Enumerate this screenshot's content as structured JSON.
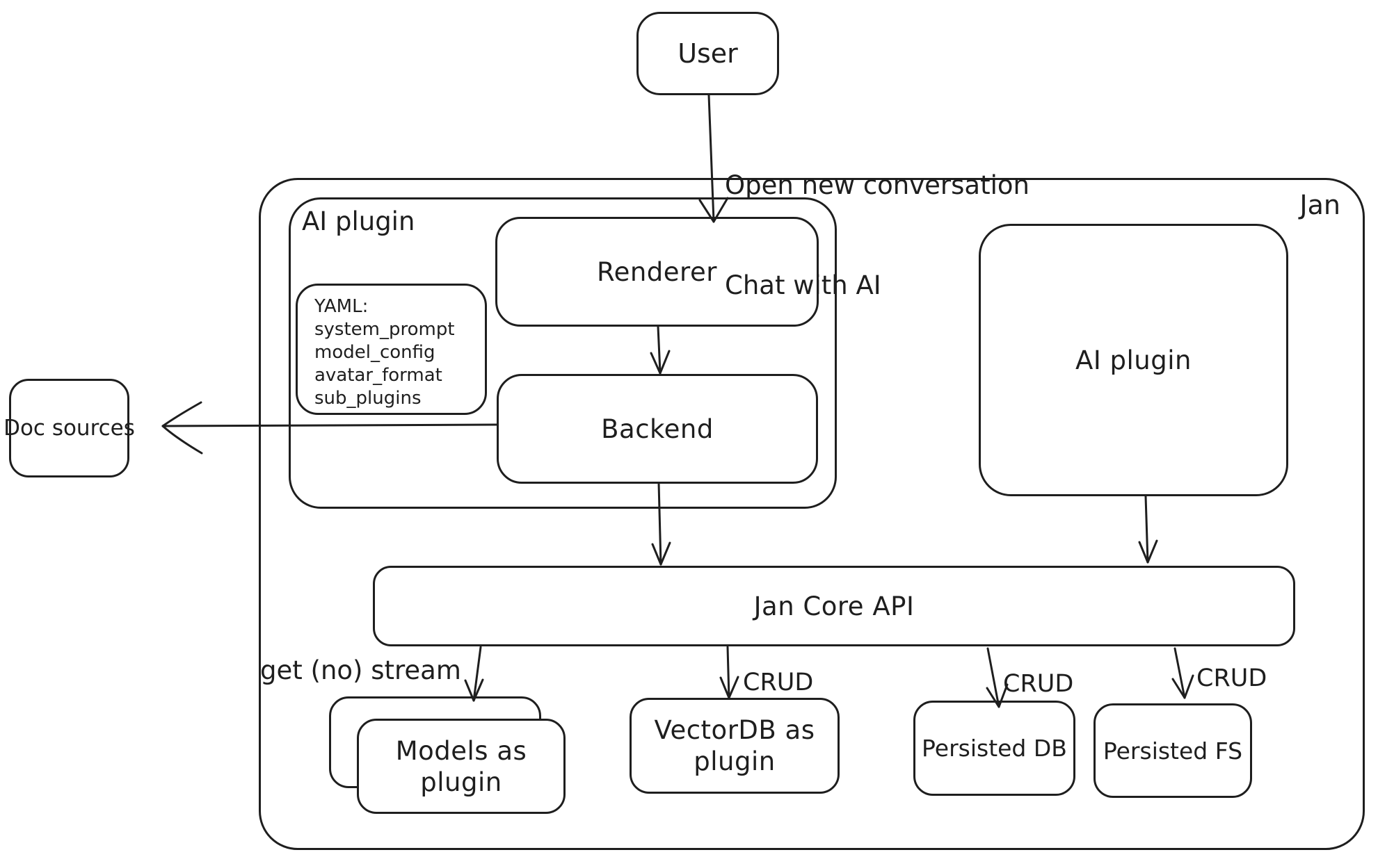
{
  "diagram": {
    "colors": {
      "stroke": "#1e1e1e",
      "background": "#ffffff"
    },
    "nodes": {
      "user": "User",
      "jan": "Jan",
      "ai_plugin_left": "AI plugin",
      "renderer": "Renderer",
      "backend": "Backend",
      "doc_sources": "Doc sources",
      "ai_plugin_right": "AI plugin",
      "jan_core_api": "Jan Core API",
      "models_plugin": "Models as plugin",
      "vectordb_plugin": "VectorDB as plugin",
      "persisted_db": "Persisted DB",
      "persisted_fs": "Persisted FS"
    },
    "yaml_note": {
      "heading": "YAML:",
      "lines": [
        "system_prompt",
        "model_config",
        "avatar_format",
        "sub_plugins"
      ]
    },
    "edge_labels": {
      "user_line1": "Open new conversation",
      "user_line2": "Chat with AI",
      "get_no_stream": "get (no) stream",
      "crud_vectordb": "CRUD",
      "crud_persisted_db": "CRUD",
      "crud_persisted_fs": "CRUD"
    }
  }
}
